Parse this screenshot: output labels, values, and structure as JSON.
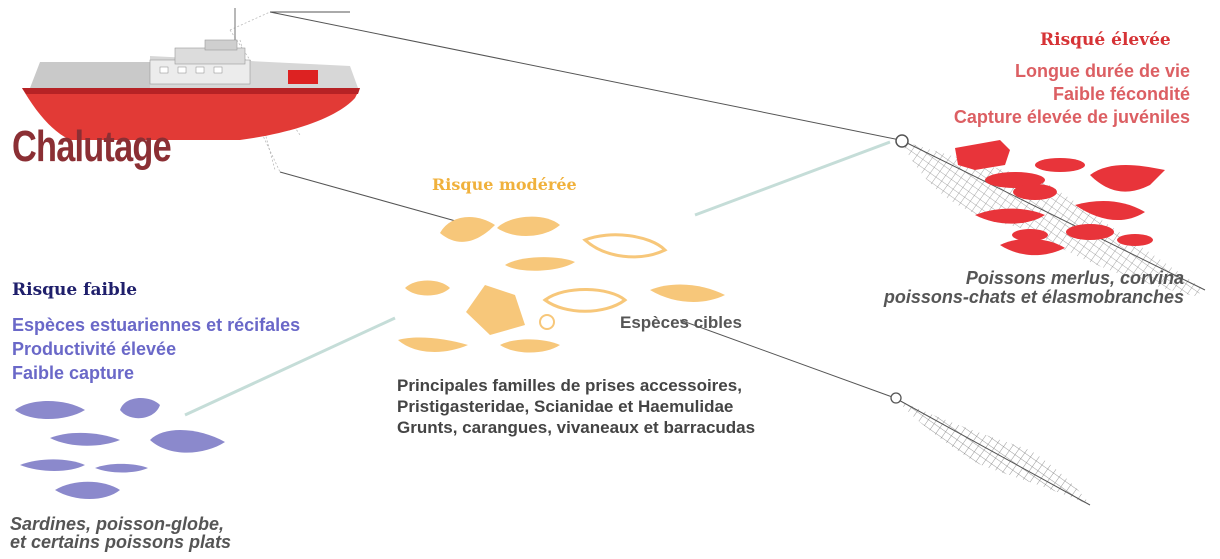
{
  "title": "Chalutage",
  "high_risk": {
    "heading": "Risqué élevée",
    "items": [
      "Longue durée de vie",
      "Faible fécondité",
      "Capture élevée de juvéniles"
    ],
    "species": [
      "Poissons merlus, corvina",
      "poissons-chats et élasmobranches"
    ]
  },
  "moderate_risk": {
    "heading": "Risque modérée",
    "target_label": "Espèces cibles",
    "bycatch": [
      "Principales familles de prises accessoires,",
      "Pristigasteridae, Scianidae et Haemulidae",
      "Grunts, carangues, vivaneaux et barracudas"
    ]
  },
  "low_risk": {
    "heading": "Risque faible",
    "items": [
      "Espèces estuariennes et récifales",
      "Productivité élevée",
      "Faible capture"
    ],
    "species": [
      "Sardines, poisson-globe,",
      "et certains poissons plats"
    ]
  },
  "colors": {
    "high": "#e8343a",
    "moderate": "#f7c77a",
    "low": "#8b89cc",
    "boat_hull": "#e23a36",
    "title": "#8b2f34",
    "connector": "#c5ddd8"
  }
}
